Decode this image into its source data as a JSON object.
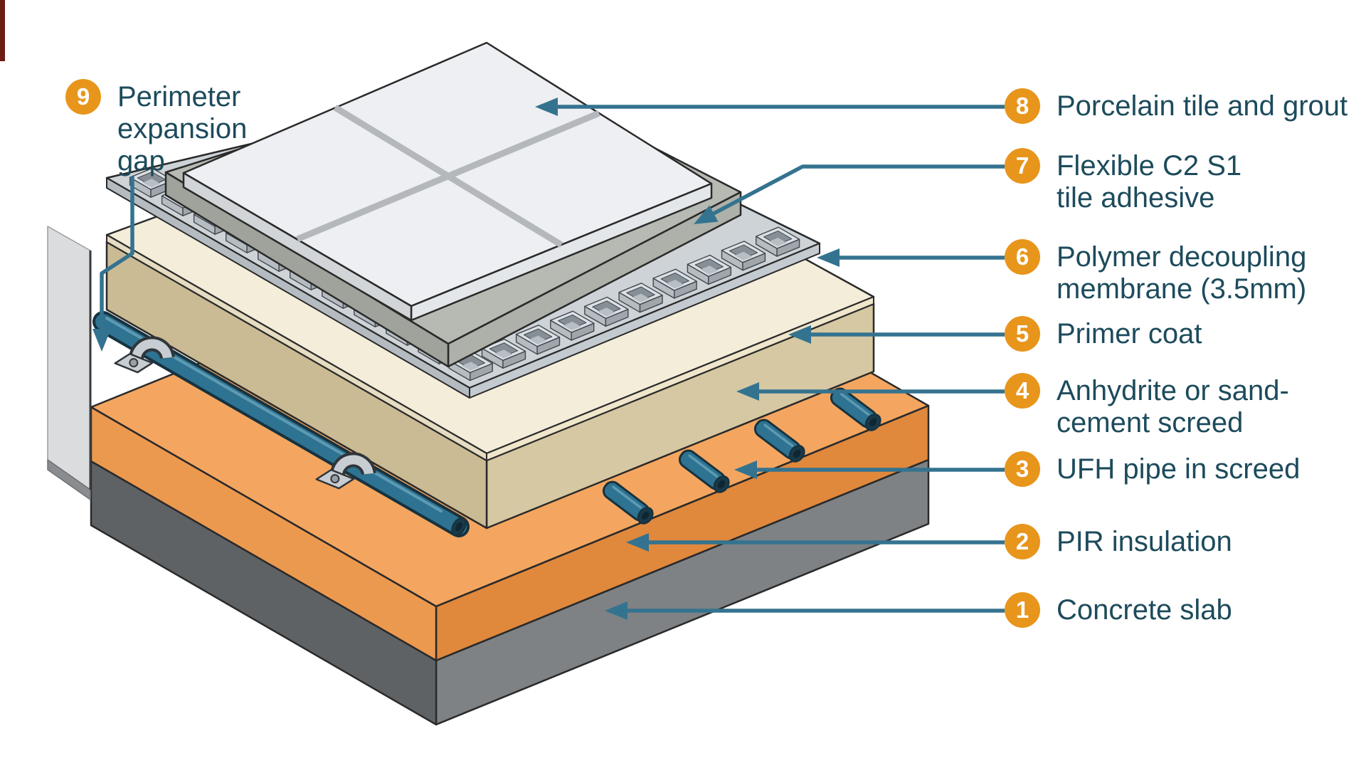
{
  "legend": {
    "items": [
      {
        "num": "1",
        "label": "Concrete slab"
      },
      {
        "num": "2",
        "label": "PIR insulation"
      },
      {
        "num": "3",
        "label": "UFH pipe in screed"
      },
      {
        "num": "4",
        "label": "Anhydrite or sand-cement screed"
      },
      {
        "num": "5",
        "label": "Primer coat"
      },
      {
        "num": "6",
        "label": "Polymer decoupling membrane (3.5mm)"
      },
      {
        "num": "7",
        "label": "Flexible C2 S1 tile adhesive"
      },
      {
        "num": "8",
        "label": "Porcelain tile and grout"
      },
      {
        "num": "9",
        "label": "Perimeter expansion gap"
      }
    ]
  },
  "colors": {
    "badge": "#E8951C",
    "text": "#1D4B5C",
    "arrow": "#34738F",
    "outline": "#2A2A2A",
    "tileTop": "#EDEFF2",
    "tileLeft": "#D2D5D8",
    "tileRight": "#E4E7EA",
    "grout": "#B4B8BC",
    "adhTop": "#B7BAB2",
    "adhLeft": "#9FA39B",
    "adhRight": "#ADB1A9",
    "memTop": "#CDD3D7",
    "memLeft": "#B5BCC1",
    "memRight": "#C3CAD0",
    "cellRim": "#DAE0E4",
    "cellWallL": "#9FA6AC",
    "cellWallR": "#B6BDC2",
    "cellCavity": "#878F96",
    "cellFloor": "#B7BFC5",
    "primTop": "#F3EDDA",
    "primLeft": "#E5DCC1",
    "primRight": "#EFE6CB",
    "scrTop": "#DDD3B4",
    "scrLeft": "#CABB95",
    "scrRight": "#D6C8A3",
    "insTop": "#F4A660",
    "insLeft": "#EC9950",
    "insRight": "#E0883C",
    "conLeft": "#5F6265",
    "conRight": "#7E8285",
    "pipe": "#2E7391",
    "pipeDark": "#17323F",
    "pipeEnd": "#0E2733",
    "pipeHighlight": "#5E9AB3",
    "clip": "#C7CDD2",
    "clipDark": "#2F3539",
    "screw": "#98A0A6",
    "wall": "#DADCDE",
    "wallBase": "#8A8D90",
    "cornerMark": "#6B1D13"
  }
}
